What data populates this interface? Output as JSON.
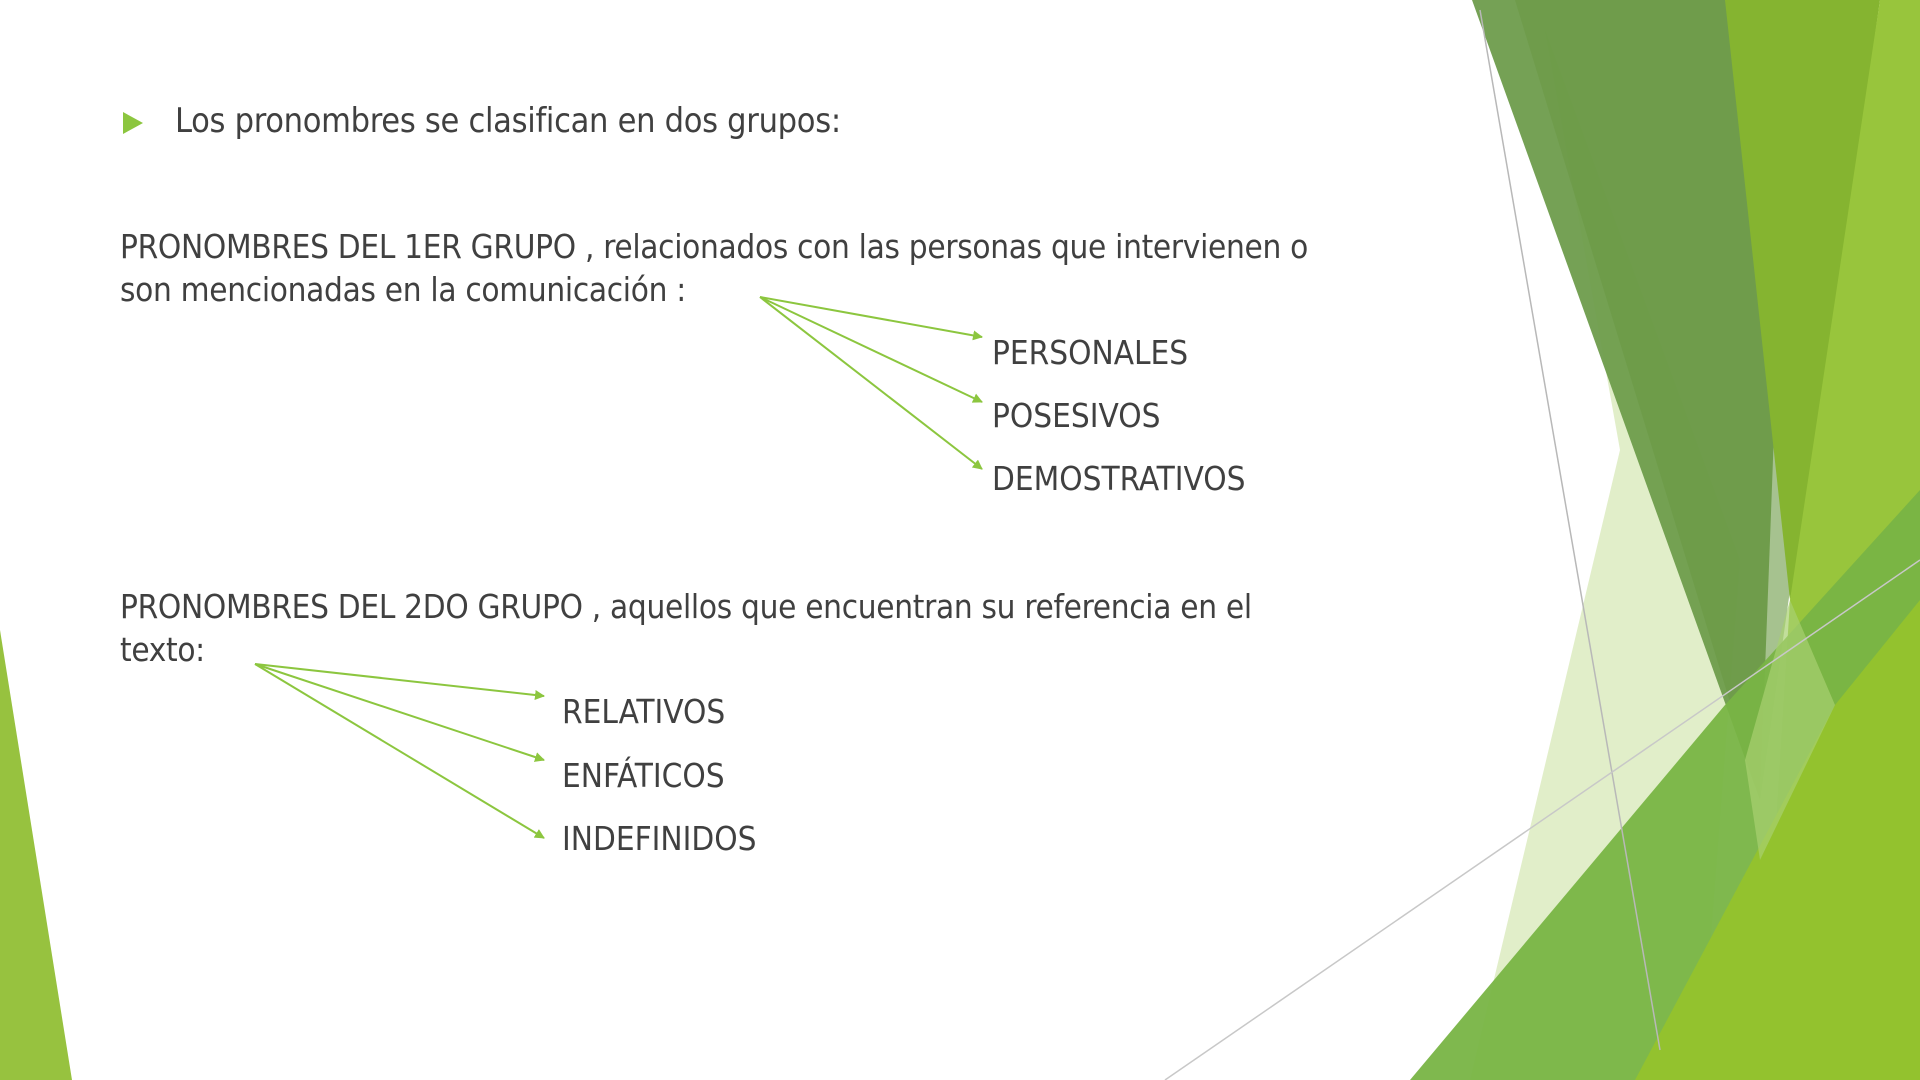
{
  "slide": {
    "bullet_icon": "triangle-right-icon",
    "title": "Los pronombres se clasifican en dos grupos:",
    "group1": {
      "line1": "PRONOMBRES DEL 1ER GRUPO , relacionados con las personas que intervienen o",
      "line2": "son mencionadas en la comunicación :",
      "items": [
        "PERSONALES",
        "POSESIVOS",
        "DEMOSTRATIVOS"
      ]
    },
    "group2": {
      "line1": "PRONOMBRES DEL 2DO GRUPO , aquellos que encuentran su referencia en el",
      "line2": "texto:",
      "items": [
        "RELATIVOS",
        "ENFÁTICOS",
        "INDEFINIDOS"
      ]
    }
  },
  "colors": {
    "accent": "#8cc63f",
    "text": "#404040",
    "dark_green": "#6a9a45",
    "mid_green": "#7ab648",
    "lime": "#95c23a",
    "pale_green": "#dcebc0"
  }
}
